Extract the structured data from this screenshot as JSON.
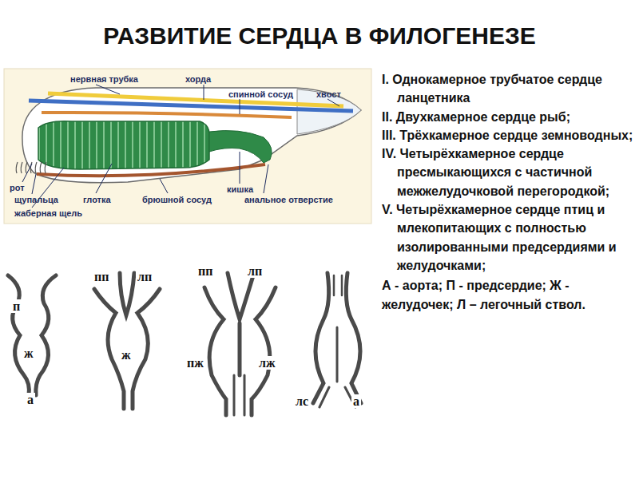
{
  "diagram": {
    "title": "РАЗВИТИЕ СЕРДЦА В ФИЛОГЕНЕЗЕ",
    "labels": [
      "нервная трубка",
      "хорда",
      "спинной сосуд",
      "хвост",
      "рот",
      "щупальца",
      "жаберная щель",
      "глотка",
      "брюшной сосуд",
      "кишка",
      "анальное отверстие",
      "I. Однокамерное трубчатое сердце ланцетника",
      "II. Двухкамерное сердце рыб;",
      "III. Трёхкамерное сердце земноводных;",
      "IV. Четырёхкамерное сердце пресмыкающихся с частичной межжелудочковой перегородкой;",
      "V. Четырёхкамерное сердце птиц и млекопитающих с полностью изолированными предсердиями и желудочками;",
      "А - аорта; П - предсердие; Ж - желудочек; Л – легочный ствол.",
      "п",
      "ж",
      "а",
      "пп",
      "лп",
      "ж",
      "пп",
      "лп",
      "пж",
      "лж",
      "лс",
      "а"
    ]
  }
}
